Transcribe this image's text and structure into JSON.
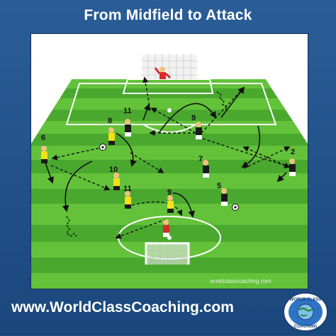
{
  "title": "From Midfield to Attack",
  "footer_url": "www.WorldClassCoaching.com",
  "watermark": "worldclasscoaching.com",
  "badge": {
    "top_text": "WORLD CLASS",
    "bottom_text": "COACHING"
  },
  "colors": {
    "background": "#1f4f86",
    "pitch_light": "#63c23a",
    "pitch_dark": "#4aa82e",
    "attacking_team": "#f2e11b",
    "defending_team": "#1a1a1a",
    "goalkeeper": "#d92a2a"
  },
  "players": {
    "p6": "6",
    "p8": "8",
    "p11a": "11",
    "p10": "10",
    "p11b": "11",
    "p9a": "9",
    "p9b": "9",
    "p7": "7",
    "p5": "5",
    "p2": "2"
  },
  "icons": [
    "soccer-ball-icon",
    "goal-icon",
    "globe-icon"
  ]
}
